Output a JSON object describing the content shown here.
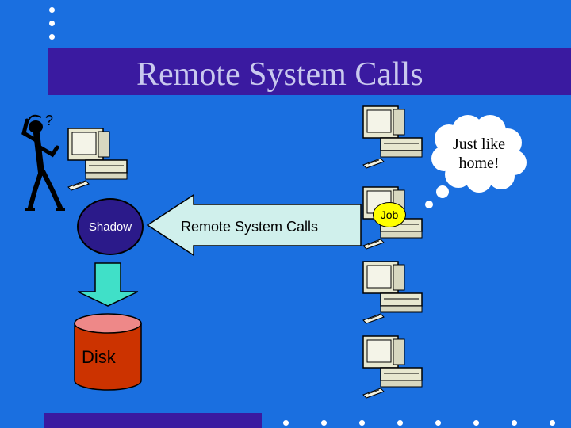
{
  "slide": {
    "title": "Remote System Calls",
    "shadow_label": "Shadow",
    "job_label": "Job",
    "arrow_label": "Remote System Calls",
    "disk_label": "Disk",
    "thought_line1": "Just like",
    "thought_line2": "home!",
    "question_mark": "?"
  },
  "colors": {
    "background": "#1a6fe0",
    "title_bar": "#3a1aa0",
    "title_text": "#c9c9ee",
    "shadow_circle": "#2b1a8a",
    "job_circle": "#ffff00",
    "arrow_fill": "#d0f0ec",
    "down_arrow_fill": "#40e0c8",
    "disk_body": "#cc3300",
    "disk_top": "#ee8888"
  },
  "icons": [
    "stick-figure-icon",
    "computer-icon",
    "thought-cloud-icon",
    "disk-icon"
  ]
}
